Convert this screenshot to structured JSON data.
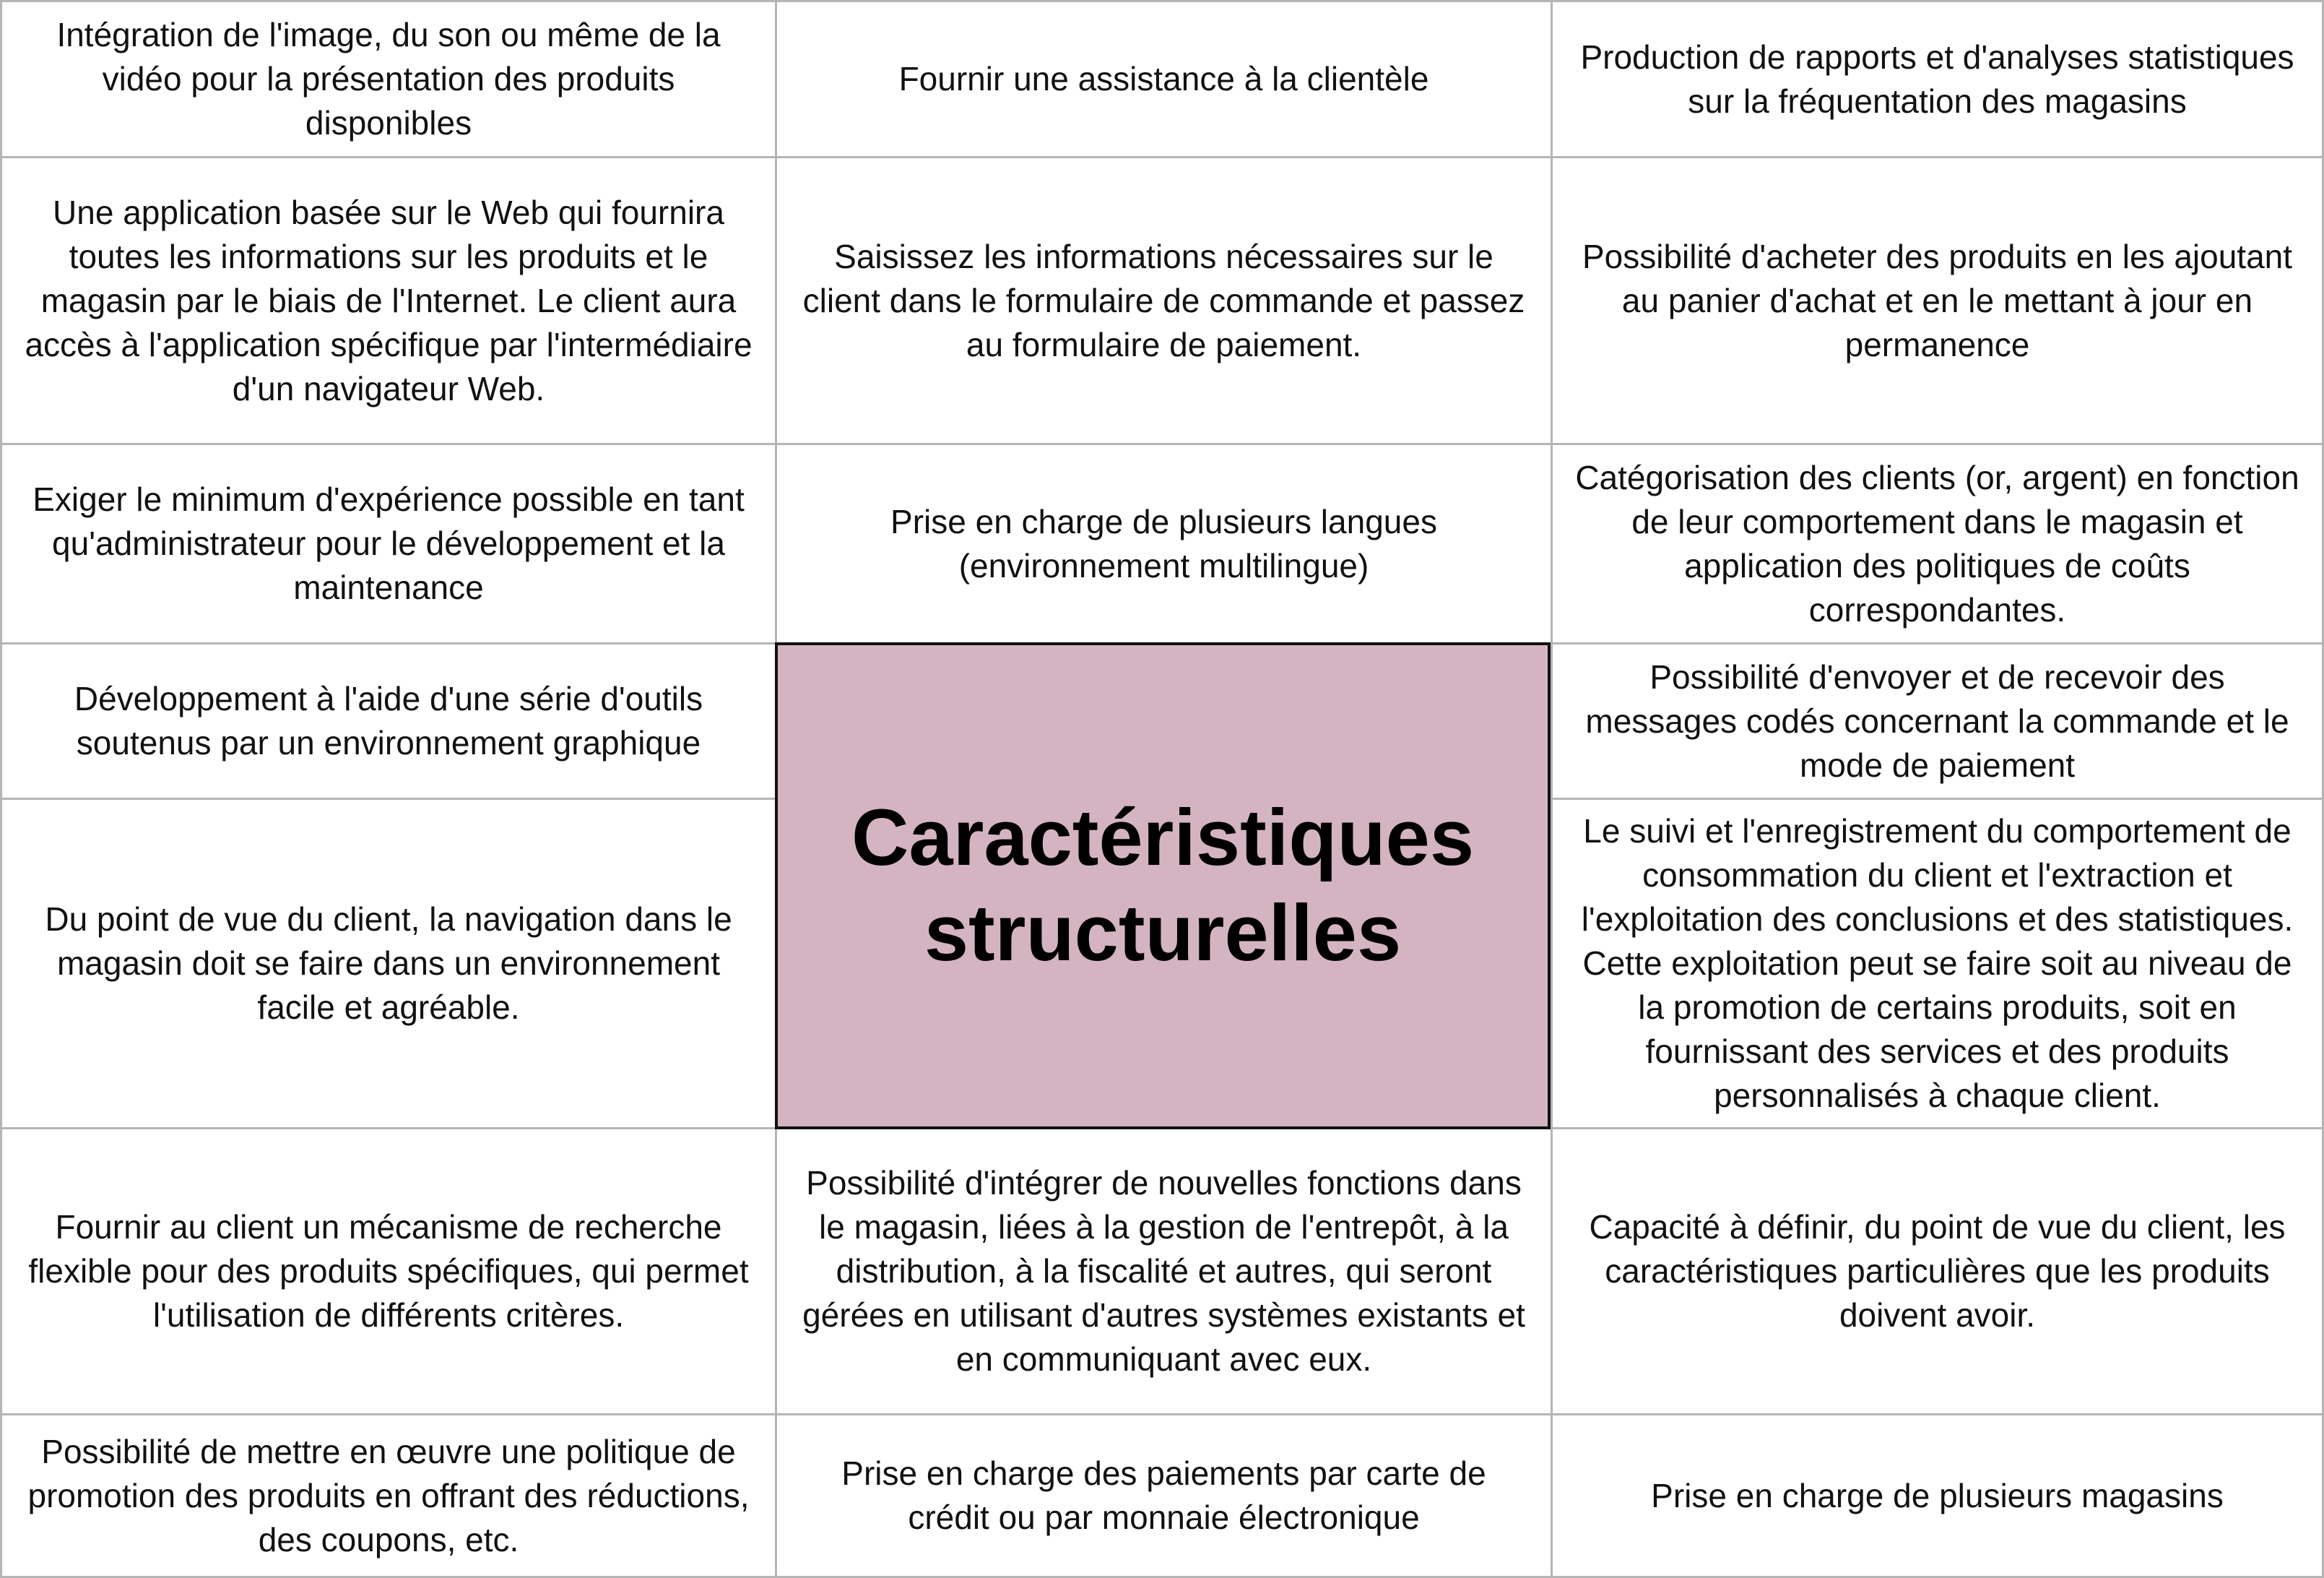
{
  "center_title": "Caractéristiques structurelles",
  "cells": {
    "r0c0": "Intégration de l'image, du son ou même de la vidéo pour la présentation des produits disponibles",
    "r0c1": "Fournir une assistance à la clientèle",
    "r0c2": "Production de rapports et d'analyses statistiques sur la fréquentation des magasins",
    "r1c0": "Une application basée sur le Web qui fournira toutes les informations sur les produits et le magasin par le biais de l'Internet. Le client aura accès à l'application spécifique par l'intermédiaire d'un navigateur Web.",
    "r1c1": "Saisissez les informations nécessaires sur le client dans le formulaire de commande et passez au formulaire de paiement.",
    "r1c2": "Possibilité d'acheter des produits en les ajoutant au panier d'achat et en le mettant à jour en permanence",
    "r2c0": "Exiger le minimum d'expérience possible en tant qu'administrateur pour le développement et la maintenance",
    "r2c1": "Prise en charge de plusieurs langues (environnement multilingue)",
    "r2c2": "Catégorisation des clients (or, argent) en fonction de leur comportement dans le magasin et application des politiques de coûts correspondantes.",
    "r3c0": "Développement à l'aide d'une série d'outils soutenus par un environnement graphique",
    "r3c2": "Possibilité d'envoyer et de recevoir des messages codés concernant la commande et le mode de paiement",
    "r4c0": "Du point de vue du client, la navigation dans le magasin doit se faire dans un environnement facile et agréable.",
    "r4c2": "Le suivi et l'enregistrement du comportement de consommation du client et l'extraction et l'exploitation des conclusions et des statistiques. Cette exploitation peut se faire soit au niveau de la promotion de certains produits, soit en fournissant des services et des produits personnalisés à chaque client.",
    "r5c0": "Fournir au client un mécanisme de recherche flexible pour des produits spécifiques, qui permet l'utilisation de différents critères.",
    "r5c1": "Possibilité d'intégrer de nouvelles fonctions dans le magasin, liées à la gestion de l'entrepôt, à la distribution, à la fiscalité et autres, qui seront gérées en utilisant d'autres systèmes existants et en communiquant avec eux.",
    "r5c2": "Capacité à définir, du point de vue du client, les caractéristiques particulières que les produits doivent avoir.",
    "r6c0": "Possibilité de mettre en œuvre une politique de promotion des produits en offrant des réductions, des coupons, etc.",
    "r6c1": "Prise en charge des paiements par carte de crédit ou par monnaie électronique",
    "r6c2": "Prise en charge de plusieurs magasins"
  },
  "colors": {
    "center_fill": "#d5b4c2",
    "grid_border": "#b5b5b5",
    "center_border": "#111111"
  }
}
